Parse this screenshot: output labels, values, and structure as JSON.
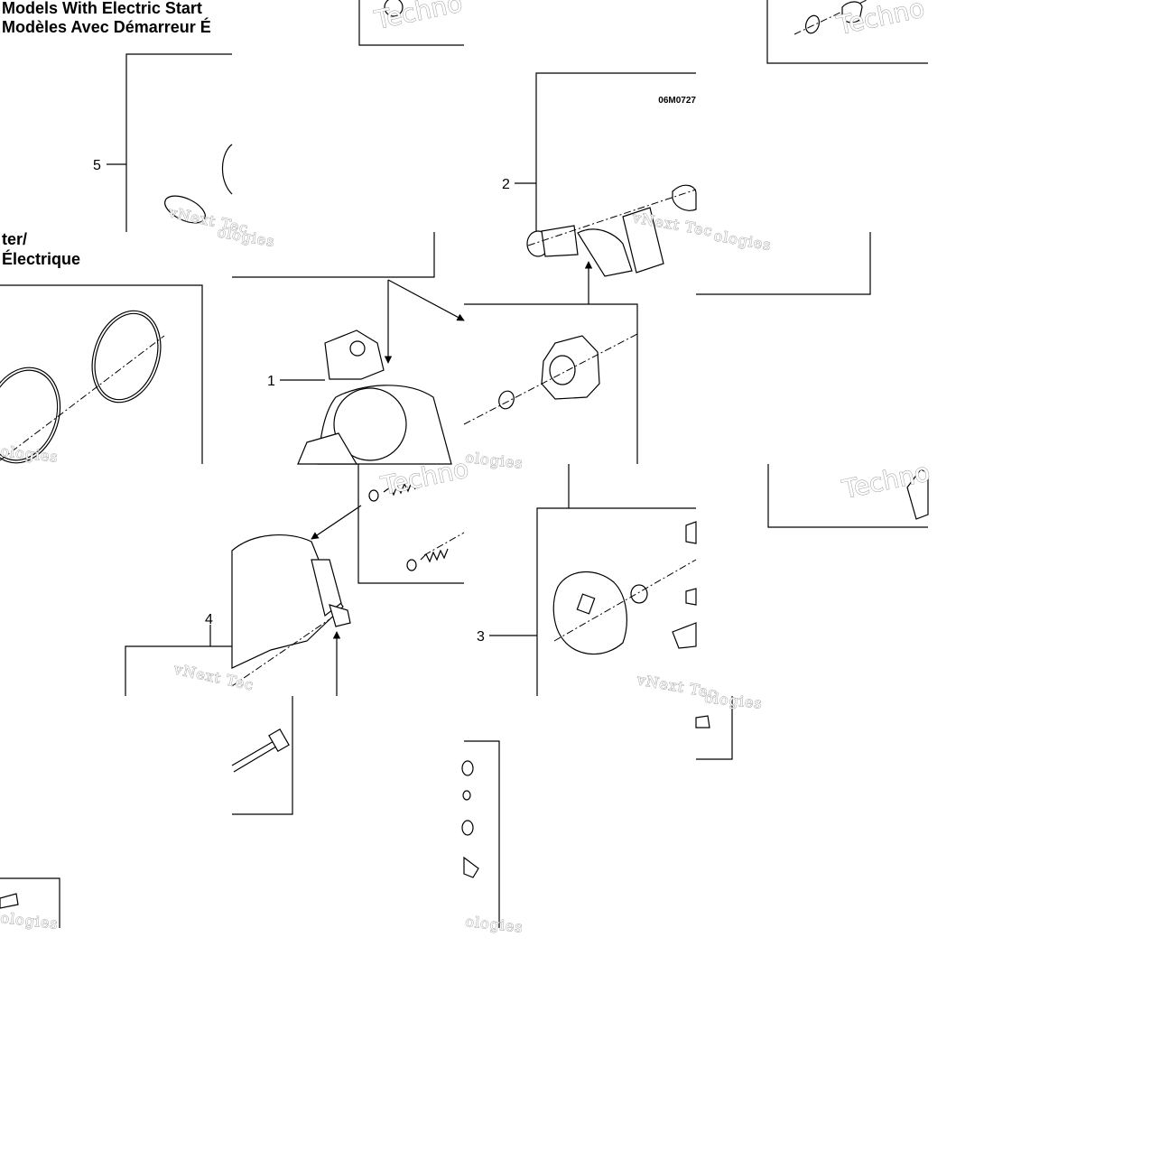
{
  "headings": {
    "tile1_line1": "Models With Electric Start",
    "tile1_line2": "Modèles Avec Démarreur É",
    "tile2_line1": "ter/",
    "tile2_line2": "Électrique"
  },
  "drawing_code": "06M0727",
  "callouts": [
    "1",
    "2",
    "3",
    "4",
    "5"
  ],
  "watermark": {
    "brand_line1": "vNext Tec",
    "brand_line2": "ologies",
    "sans_word": "Techno"
  }
}
